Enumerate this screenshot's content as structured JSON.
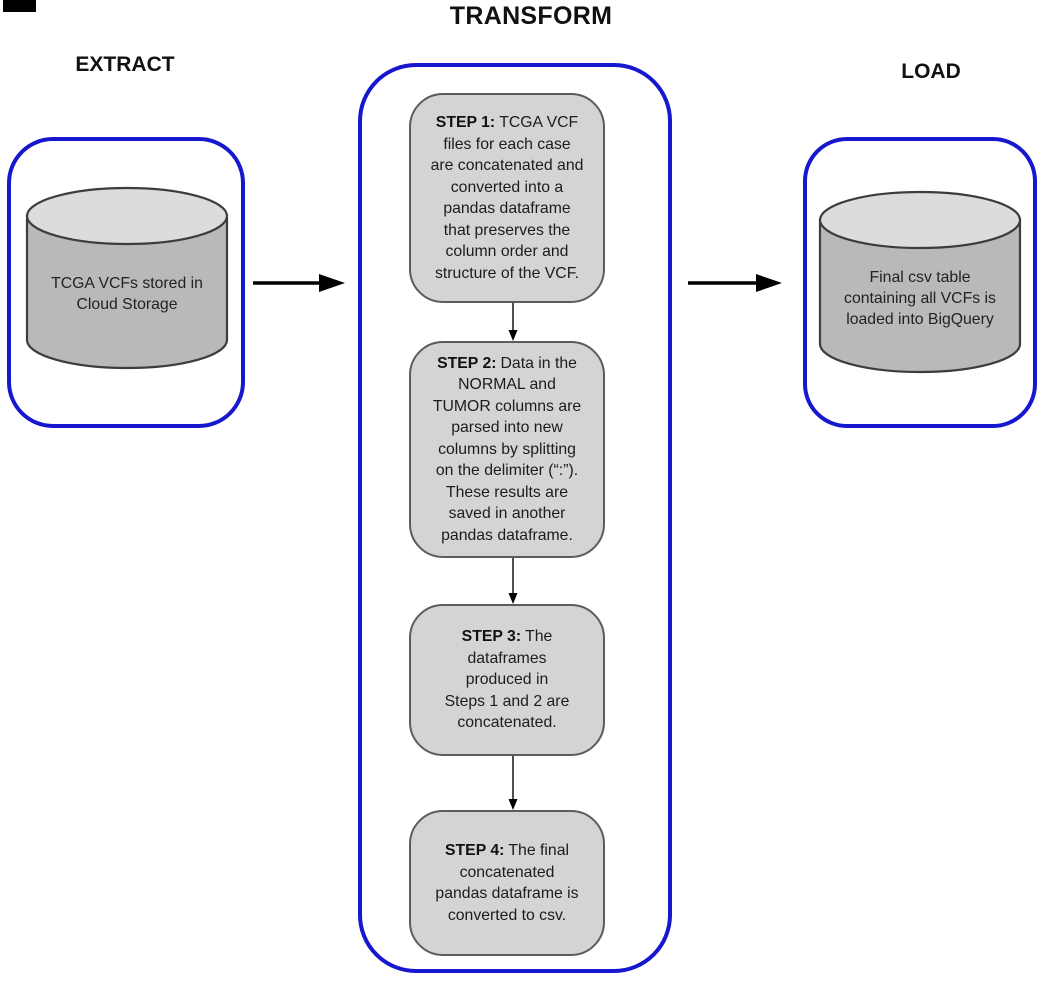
{
  "titles": {
    "extract": "EXTRACT",
    "transform": "TRANSFORM",
    "load": "LOAD"
  },
  "extract": {
    "database_label": "TCGA VCFs stored in\nCloud Storage"
  },
  "load": {
    "database_label": "Final csv table\ncontaining all VCFs is\nloaded into BigQuery"
  },
  "transform": {
    "steps": [
      {
        "label": "STEP 1:",
        "text": "TCGA VCF\nfiles for each case\nare concatenated and\nconverted into a\npandas dataframe\nthat preserves the\ncolumn order and\nstructure of the VCF."
      },
      {
        "label": "STEP 2:",
        "text": "Data in the\nNORMAL and\nTUMOR columns are\nparsed into new\ncolumns by splitting\non the delimiter (“:”).\nThese results are\nsaved in another\npandas dataframe."
      },
      {
        "label": "STEP 3:",
        "text": "The\ndataframes\nproduced in\nSteps 1 and 2 are\nconcatenated."
      },
      {
        "label": "STEP 4:",
        "text": "The final\nconcatenated\npandas dataframe is\nconverted to csv."
      }
    ]
  },
  "colors": {
    "panel_outline_blue": "#1717cf",
    "cylinder_body": "#b9b9b9",
    "cylinder_top": "#dcdcdc",
    "cylinder_stroke": "#3d3d3d",
    "step_fill": "#d4d4d4",
    "step_border": "#5c5c5c",
    "arrow_black": "#000000",
    "background": "#ffffff"
  }
}
